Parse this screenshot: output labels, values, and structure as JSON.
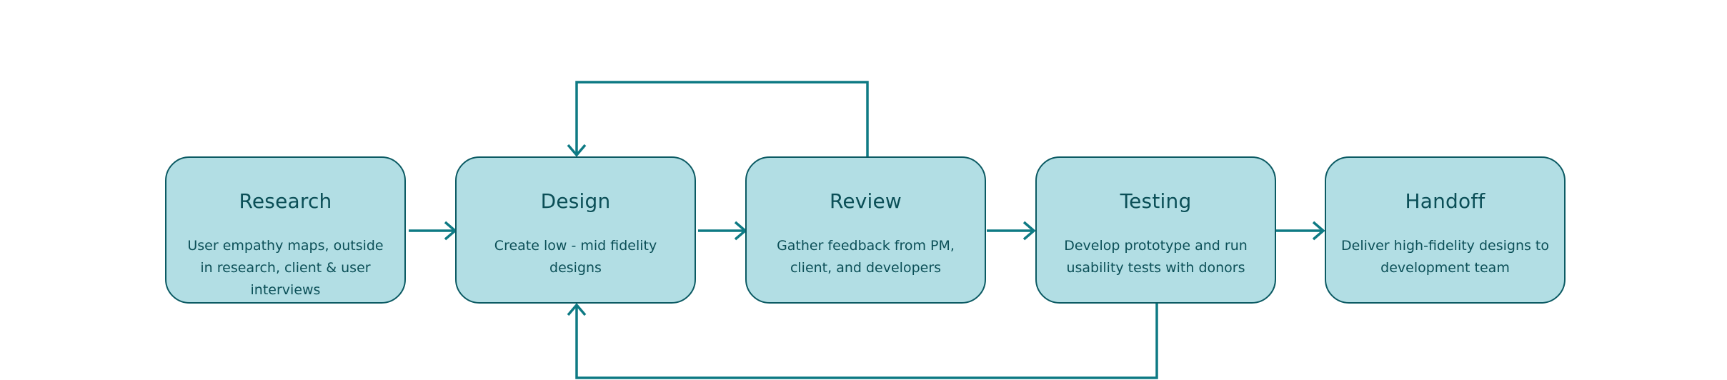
{
  "steps": [
    {
      "title": "Research",
      "description": "User empathy maps, outside in research, client & user interviews"
    },
    {
      "title": "Design",
      "description": "Create low - mid fidelity designs"
    },
    {
      "title": "Review",
      "description": "Gather feedback from PM, client, and developers"
    },
    {
      "title": "Testing",
      "description": "Develop prototype and run usability tests with donors"
    },
    {
      "title": "Handoff",
      "description": "Deliver high-fidelity designs to development team"
    }
  ],
  "colors": {
    "box_fill": "#b2dee4",
    "box_border": "#0b5a63",
    "text": "#0b4f57",
    "connector": "#0e7a84"
  }
}
